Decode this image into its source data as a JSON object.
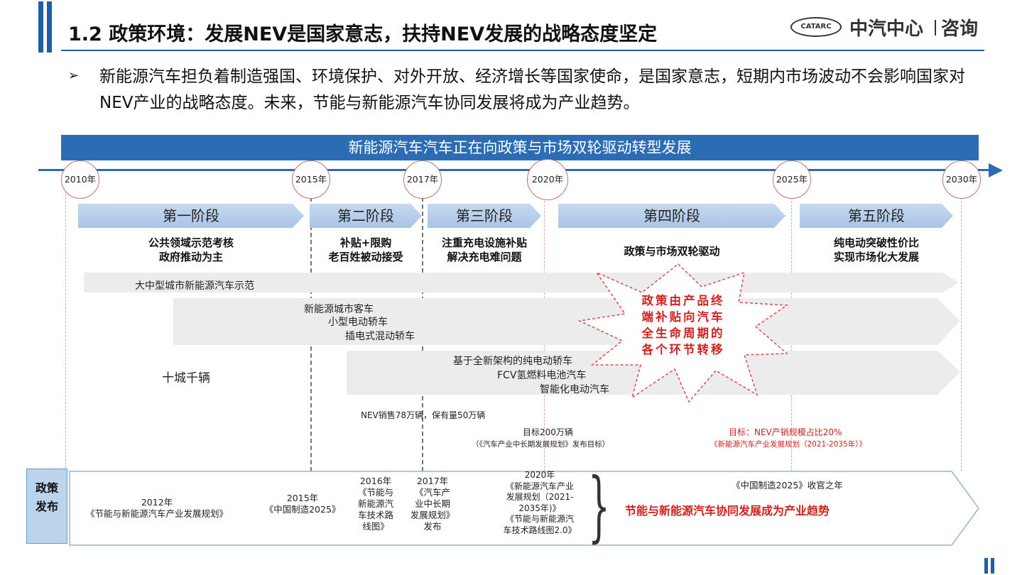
{
  "header": {
    "title": "1.2 政策环境：发展NEV是国家意志，扶持NEV发展的战略态度坚定",
    "logo_mark": "CATARC",
    "logo_name": "中汽中心",
    "logo_sub": "咨询"
  },
  "bullet": "新能源汽车担负着制造强国、环境保护、对外开放、经济增长等国家使命，是国家意志，短期内市场波动不会影响国家对NEV产业的战略态度。未来，节能与新能源汽车协同发展将成为产业趋势。",
  "banner": "新能源汽车汽车正在向政策与市场双轮驱动转型发展",
  "years": [
    "2010年",
    "2015年",
    "2017年",
    "2020年",
    "2025年",
    "2030年"
  ],
  "stages": [
    {
      "label": "第一阶段",
      "desc": [
        "公共领域示范考核",
        "政府推动为主"
      ]
    },
    {
      "label": "第二阶段",
      "desc": [
        "补贴+限购",
        "老百姓被动接受"
      ]
    },
    {
      "label": "第三阶段",
      "desc": [
        "注重充电设施补贴",
        "解决充电难问题"
      ]
    },
    {
      "label": "第四阶段",
      "desc": [
        "政策与市场双轮驱动"
      ]
    },
    {
      "label": "第五阶段",
      "desc": [
        "纯电动突破性价比",
        "实现市场化大发展"
      ]
    }
  ],
  "bands": {
    "band1": "大中型城市新能源汽车示范",
    "band2": [
      "新能源城市客车",
      "小型电动轿车",
      "插电式混动轿车"
    ],
    "band3": [
      "基于全新架构的纯电动轿车",
      "FCV氢燃料电池汽车",
      "智能化电动汽车"
    ],
    "ten_cities": "十城千辆"
  },
  "burst": [
    "政策由产品终",
    "端补贴向汽车",
    "全生命周期的",
    "各个环节转移"
  ],
  "targets": {
    "t2017": "NEV销售78万辆，保有量50万辆",
    "t2020_a": "目标200万辆",
    "t2020_b": "（《汽车产业中长期发展规划》发布目标）",
    "t2025_a": "目标：NEV产销规模占比20%",
    "t2025_b": "《新能源汽车产业发展规划（2021-2035年）》"
  },
  "policy": {
    "label": [
      "政策",
      "发布"
    ],
    "p2012": [
      "2012年",
      "《节能与新能源汽车产业发展规划》"
    ],
    "p2015": [
      "2015年",
      "《中国制造2025》"
    ],
    "p2016": [
      "2016年",
      "《节能与",
      "新能源汽",
      "车技术路",
      "线图》"
    ],
    "p2017": [
      "2017年",
      "《汽车产",
      "业中长期",
      "发展规划》",
      "发布"
    ],
    "p2020": [
      "2020年",
      "《新能源汽车产业",
      "发展规划（2021-",
      "2035年)》",
      "《节能与新能源汽",
      "车技术路线图2.0》"
    ],
    "made_in_china_end": "《中国制造2025》收官之年",
    "conclusion": "节能与新能源汽车协同发展成为产业趋势"
  }
}
